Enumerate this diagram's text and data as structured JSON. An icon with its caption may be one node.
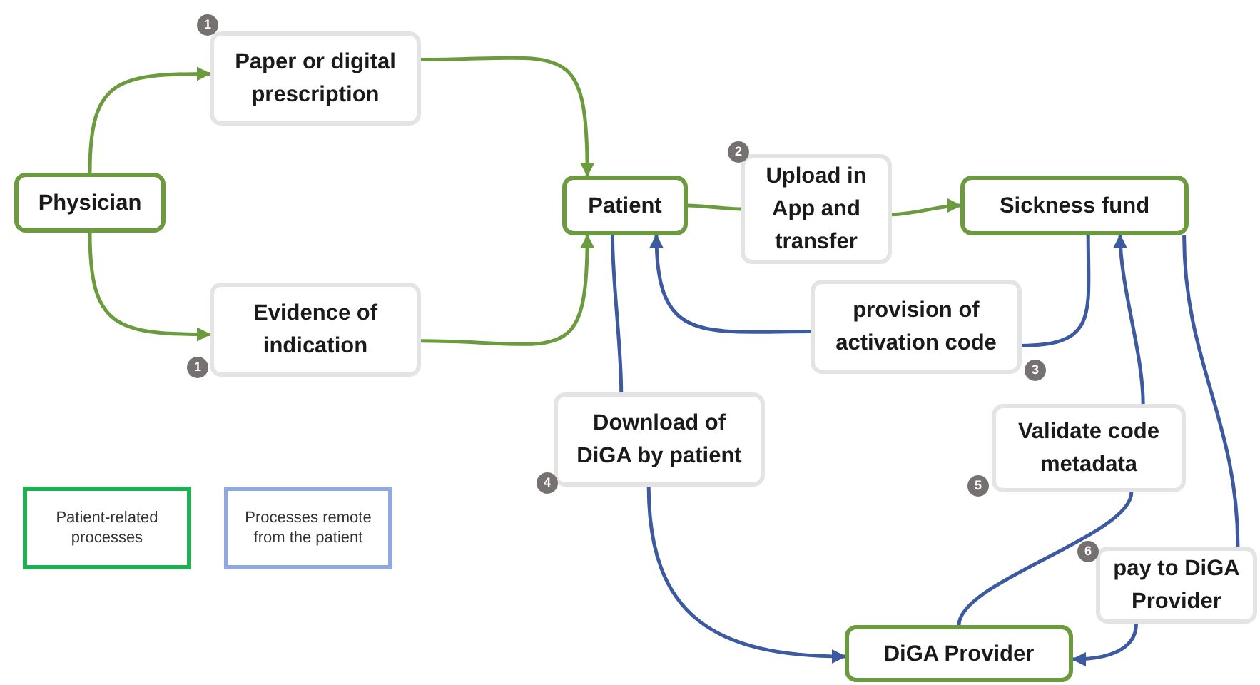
{
  "diagram": {
    "nodes": [
      {
        "text": [
          "Physician"
        ]
      },
      {
        "text": [
          "Paper or digital prescription"
        ],
        "beside": [
          "1"
        ]
      },
      {
        "text": [
          "Evidence of indication"
        ],
        "beside": [
          "1"
        ]
      },
      {
        "text": [
          "Patient"
        ]
      },
      {
        "text": [
          "Upload in App and transfer"
        ],
        "beside": [
          "2"
        ]
      },
      {
        "text": [
          "Sickness fund"
        ]
      },
      {
        "text": [
          "provision of activation code"
        ],
        "beside": [
          "3"
        ]
      },
      {
        "text": [
          "Download of DiGA by patient"
        ],
        "beside": [
          "4"
        ]
      },
      {
        "text": [
          "Validate code metadata"
        ],
        "beside": [
          "5"
        ]
      },
      {
        "text": [
          "pay to DiGA Provider"
        ],
        "beside": [
          "6"
        ]
      },
      {
        "text": [
          "DiGA Provider"
        ]
      }
    ],
    "edges": [
      {
        "from": 0,
        "to": 1,
        "arrow": "to",
        "color": "#6b9b3e"
      },
      {
        "from": 0,
        "to": 2,
        "arrow": "to",
        "color": "#6b9b3e"
      },
      {
        "from": 1,
        "to": 3,
        "arrow": "to",
        "color": "#6b9b3e"
      },
      {
        "from": 2,
        "to": 3,
        "arrow": "to",
        "color": "#6b9b3e"
      },
      {
        "from": 3,
        "to": 4,
        "arrow": "none",
        "color": "#6b9b3e"
      },
      {
        "from": 4,
        "to": 5,
        "arrow": "to",
        "color": "#6b9b3e"
      },
      {
        "from": 5,
        "to": 6,
        "arrow": "none"
      },
      {
        "from": 6,
        "to": 3,
        "arrow": "to"
      },
      {
        "from": 3,
        "to": 7,
        "arrow": "none"
      },
      {
        "from": 7,
        "to": 10,
        "arrow": "to"
      },
      {
        "from": 10,
        "to": 8,
        "arrow": "none"
      },
      {
        "from": 8,
        "to": 5,
        "arrow": "to"
      },
      {
        "from": 5,
        "to": 9,
        "arrow": "none"
      },
      {
        "from": 9,
        "to": 10,
        "arrow": "to"
      }
    ],
    "legend": [
      {
        "text": "Patient-related processes",
        "color": "#1db150"
      },
      {
        "text": "Processes remote from the patient",
        "color": "#91a8dc"
      }
    ]
  }
}
